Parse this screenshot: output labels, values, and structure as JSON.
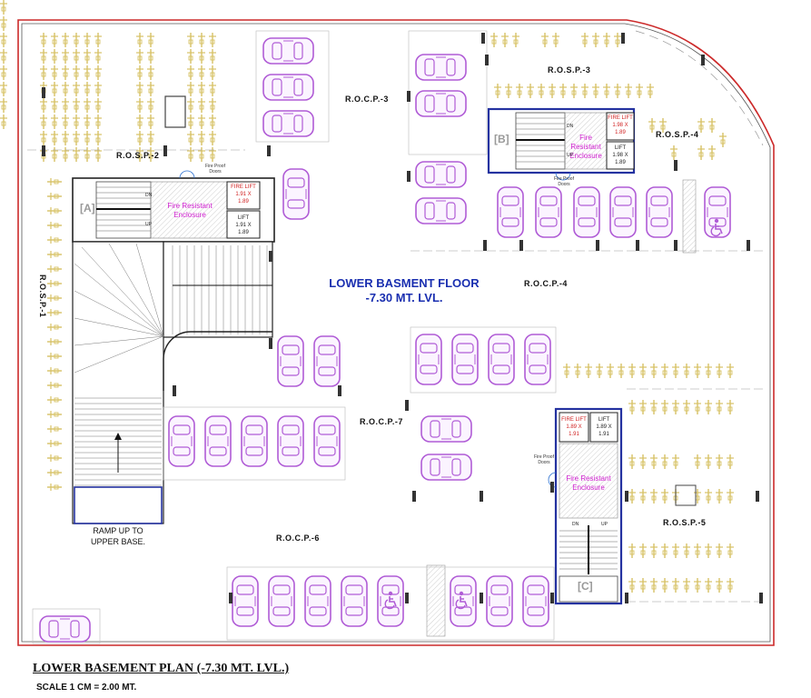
{
  "floor_title": {
    "line1": "LOWER BASMENT FLOOR",
    "line2": "-7.30 MT. LVL."
  },
  "plan_title": "LOWER BASEMENT PLAN (-7.30 MT. LVL.)",
  "scale": "SCALE 1 CM = 2.00 MT.",
  "ramp_label": {
    "line1": "RAMP UP TO",
    "line2": "UPPER BASE."
  },
  "zones": {
    "rosp1": "R.O.S.P.-1",
    "rosp2": "R.O.S.P.-2",
    "rosp3": "R.O.S.P.-3",
    "rosp4": "R.O.S.P.-4",
    "rosp5": "R.O.S.P.-5",
    "rocp3": "R.O.C.P.-3",
    "rocp4": "R.O.C.P.-4",
    "rocp6": "R.O.C.P.-6",
    "rocp7": "R.O.C.P.-7"
  },
  "cores": {
    "a": {
      "tag": "[A]",
      "enclosure": "Fire Resistant Enclosure",
      "fire_lift": "FIRE LIFT\n1.91 X\n1.89",
      "lift": "LIFT\n1.91 X\n1.89",
      "doors": "Fire Proof\nDoors",
      "dn": "DN",
      "up": "UP"
    },
    "b": {
      "tag": "[B]",
      "enclosure": "Fire Resistant Enclosure",
      "fire_lift": "FIRE LIFT\n1.98 X\n1.89",
      "lift": "LIFT\n1.98 X\n1.89",
      "doors": "Fire Proof\nDoors",
      "dn": "DN",
      "up": "UP"
    },
    "c": {
      "tag": "[C]",
      "enclosure": "Fire Resistant Enclosure",
      "fire_lift": "FIRE LIFT\n1.89 X\n1.91",
      "lift": "LIFT\n1.89 X\n1.91",
      "doors": "Fire Proof\nDoors",
      "dn": "DN",
      "up": "UP"
    }
  },
  "colors": {
    "car": "#b05cd6",
    "two_wheeler": "#e0cf7a",
    "core_border": "#2432a0",
    "boundary": "#cc2a2a",
    "stair_fill": "#d8d8d8"
  }
}
